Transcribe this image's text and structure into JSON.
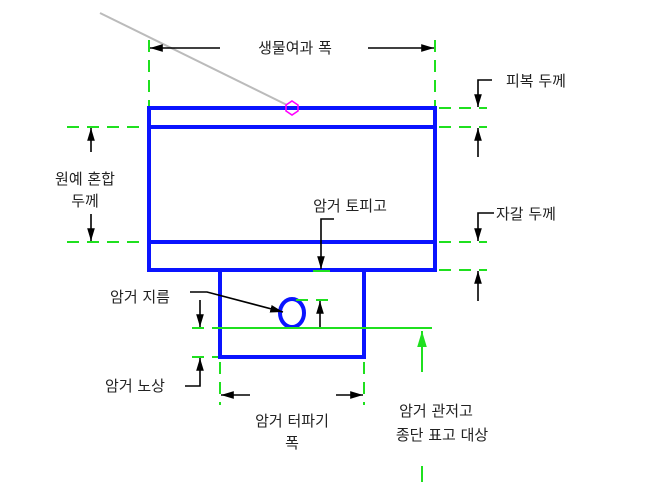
{
  "labels": {
    "biofilter_width": "생물여과 폭",
    "cover_thickness": "피복 두께",
    "horticultural_mix_thickness_1": "원예 혼합",
    "horticultural_mix_thickness_2": "두께",
    "culvert_cover_height": "암거 토피고",
    "gravel_thickness": "자갈 두께",
    "culvert_diameter": "암거 지름",
    "culvert_subgrade": "암거 노상",
    "culvert_trench_width_1": "암거 터파기",
    "culvert_trench_width_2": "폭",
    "culvert_invert_1": "암거 관저고",
    "culvert_invert_2": "종단 표고 대상"
  },
  "colors": {
    "structure": "#0a14ff",
    "dimension": "#1fe01f",
    "marker": "#ff00ff",
    "leader": "#000000"
  }
}
